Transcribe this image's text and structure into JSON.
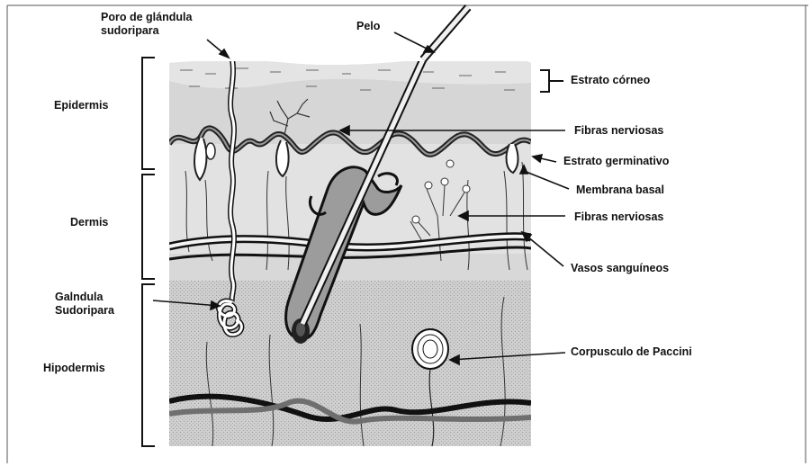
{
  "labels": {
    "sweat_pore": "Poro de glándula\nsudoripara",
    "hair": "Pelo",
    "stratum_corneum": "Estrato córneo",
    "nerve_fibers_top": "Fibras nerviosas",
    "stratum_germinativum": "Estrato germinativo",
    "basal_membrane": "Membrana basal",
    "nerve_fibers_mid": "Fibras nerviosas",
    "blood_vessels": "Vasos sanguíneos",
    "pacini": "Corpusculo de Paccini",
    "epidermis": "Epidermis",
    "dermis": "Dermis",
    "sweat_gland": "Galndula\nSudoripara",
    "hypodermis": "Hipodermis"
  },
  "colors": {
    "epidermis_fill": "#d4d4d4",
    "dermis_fill": "#e0e0e0",
    "hypodermis_fill": "#c8c8c8",
    "line": "#111111",
    "vessel_gray": "#7a7a7a"
  }
}
